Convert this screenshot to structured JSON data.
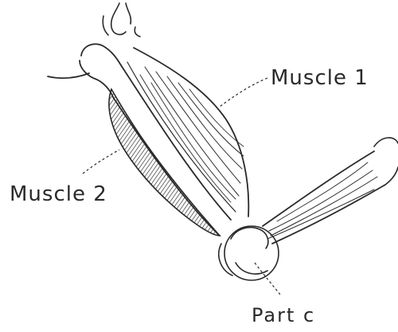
{
  "labels": {
    "muscle1": "Muscle 1",
    "muscle2": "Muscle 2",
    "part_c": "Part c"
  },
  "colors": {
    "ink": "#2a2a2a",
    "paper": "#ffffff"
  }
}
